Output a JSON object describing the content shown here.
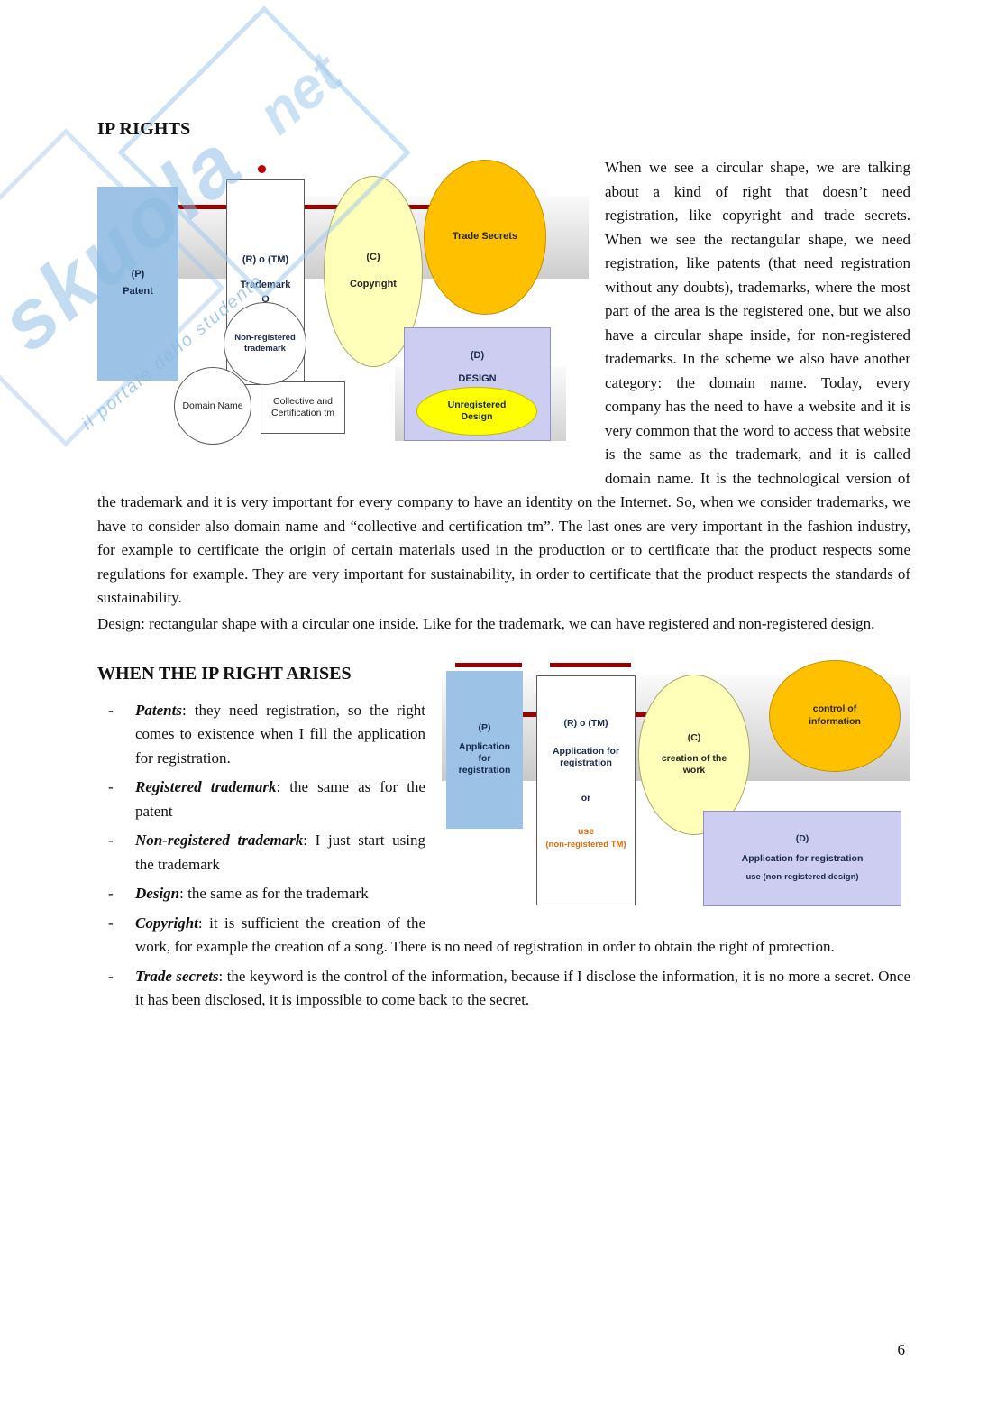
{
  "heading_ip": "IP RIGHTS",
  "intro": "When we see a circular shape, we are talking about a kind of right that doesn’t need registration, like copyright and trade secrets. When we see the rectangular shape, we need registration, like patents (that need registration without any doubts), trademarks, where the most part of the area is the registered one, but we also have a circular shape inside, for non-registered trademarks. In the scheme we also have another category: the domain name. Today, every company has the need to have a website and it is very common that the word to access that website is the same as the trademark, and it is called domain name. It is the technological version of the trademark and it is very important for every company to have an identity on the Internet. So, when we consider trademarks, we have to consider also domain name and “collective and certification tm”. The last ones are very important in the fashion industry, for example to certificate the origin of certain materials used in the production or to certificate that the product respects some regulations for example. They are very important for sustainability, in order to certificate that the product respects the standards of sustainability.",
  "design_note": "Design: rectangular shape with a circular one inside. Like for the trademark, we can have registered and non-registered design.",
  "heading_arises": "WHEN THE IP RIGHT ARISES",
  "bullets": [
    {
      "term": "Patents",
      "text": ": they need registration, so the right comes to existence when I fill the application for registration."
    },
    {
      "term": "Registered trademark",
      "text": ": the same as for the patent"
    },
    {
      "term": "Non-registered trademark",
      "text": ": I just start using the trademark"
    },
    {
      "term": "Design",
      "text": ": the same as for the trademark"
    },
    {
      "term": "Copyright",
      "text": ": it is sufficient the creation of the work, for example the creation of a song. There is no need of registration in order to obtain the right of protection."
    },
    {
      "term": "Trade secrets",
      "text": ": the keyword is the control of the information, because if I disclose the information, it is no more a secret. Once it has been disclosed, it is impossible to come back to the secret."
    }
  ],
  "diagram_rights": {
    "patent": {
      "code": "(P)",
      "label": "Patent"
    },
    "trademark": {
      "code": "(R) o (TM)",
      "label": "Trademark",
      "label2": "O"
    },
    "non_registered_trademark": "Non-registered trademark",
    "domain_name": "Domain Name",
    "collective_certification": "Collective and Certification tm",
    "copyright": {
      "code": "(C)",
      "label": "Copyright"
    },
    "trade_secrets": "Trade Secrets",
    "design": {
      "code": "(D)",
      "label": "DESIGN",
      "inner": "Unregistered Design"
    }
  },
  "diagram_arises": {
    "patent": {
      "code": "(P)",
      "label": "Application for registration"
    },
    "trademark": {
      "code": "(R) o (TM)",
      "line1": "Application for registration",
      "line2": "or",
      "line3": "use",
      "line4": "(non-registered TM)"
    },
    "copyright": {
      "code": "(C)",
      "label": "creation of the work"
    },
    "trade_secrets": "control of information",
    "design": {
      "code": "(D)",
      "line1": "Application for registration",
      "line2": "use (non-registered design)"
    }
  },
  "watermark": {
    "brand": "skuola",
    "suffix": "net",
    "tagline": "il portale dello studente"
  },
  "page_number": "6",
  "colors": {
    "patent_blue": "#9CC2E5",
    "copyright_yellow": "#FFFFB9",
    "trade_secret_orange": "#FFC000",
    "design_purple": "#CDCDF1",
    "unregistered_yellow": "#FFFF00",
    "connector_red": "#990000"
  }
}
